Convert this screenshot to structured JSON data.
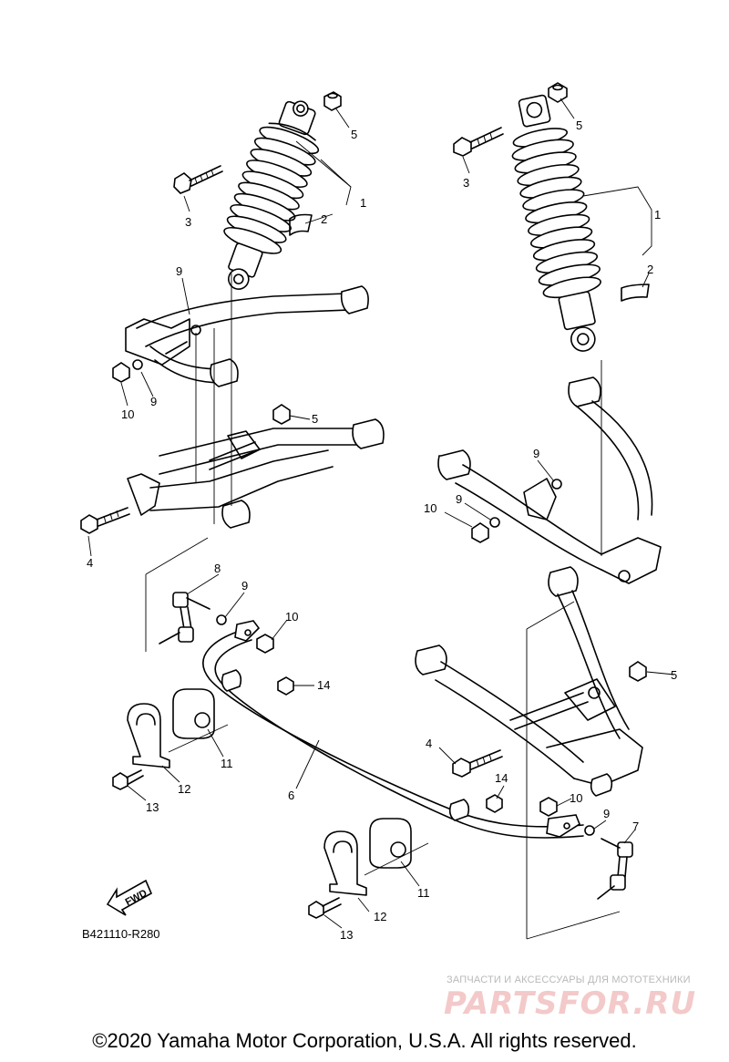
{
  "diagram": {
    "callouts": [
      "1",
      "2",
      "3",
      "4",
      "5",
      "6",
      "7",
      "8",
      "9",
      "10",
      "11",
      "12",
      "13",
      "14"
    ],
    "drawing_code": "B421110-R280",
    "fwd_label": "FWD"
  },
  "watermark": {
    "tagline": "ЗАПЧАСТИ И АКСЕССУАРЫ ДЛЯ МОТОТЕХНИКИ",
    "brand": "PARTSFOR.RU"
  },
  "copyright": "©2020 Yamaha Motor Corporation, U.S.A. All rights reserved."
}
